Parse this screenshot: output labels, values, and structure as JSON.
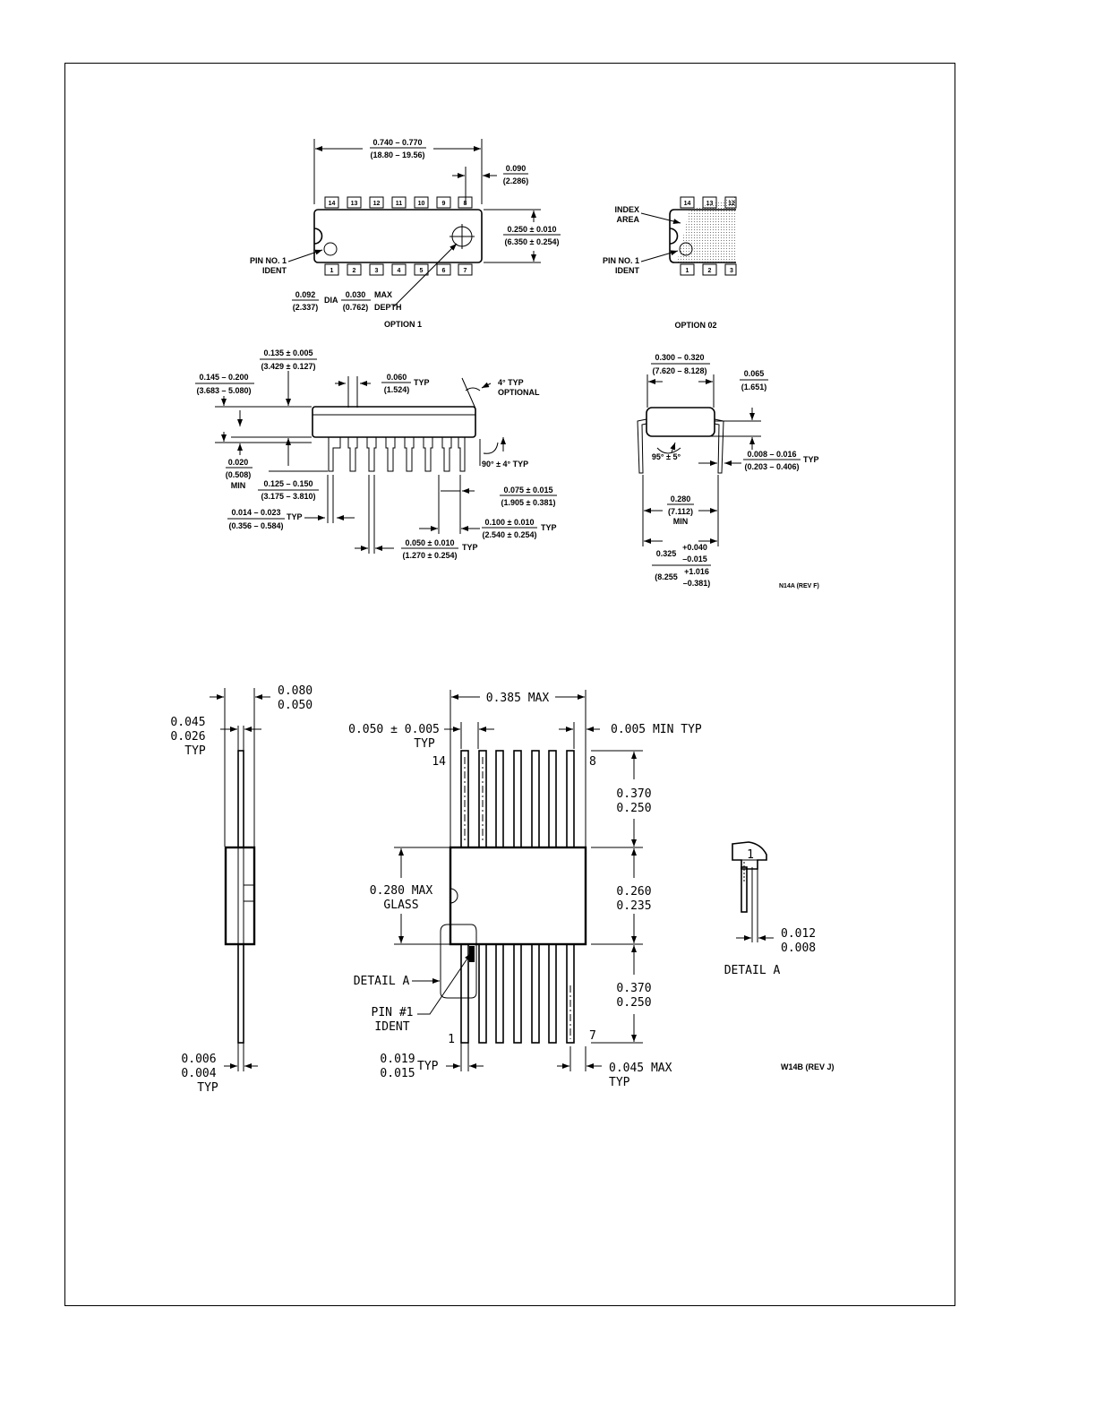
{
  "n14a": {
    "top_length": [
      "0.740 – 0.770",
      "(18.80 – 19.56)"
    ],
    "end_offset": [
      "0.090",
      "(2.286)"
    ],
    "body_width": [
      "0.250 ± 0.010",
      "(6.350 ± 0.254)"
    ],
    "pin1_ident": [
      "PIN NO. 1",
      "IDENT"
    ],
    "dia": [
      "0.092",
      "(2.337)"
    ],
    "dia_word": "DIA",
    "max_depth": [
      "0.030",
      "(0.762)"
    ],
    "max_depth_words": [
      "MAX",
      "DEPTH"
    ],
    "option1": "OPTION 1",
    "option02": "OPTION 02",
    "index_area": [
      "INDEX",
      "AREA"
    ],
    "opt2_pin1": [
      "PIN NO. 1",
      "IDENT"
    ],
    "top_pins": [
      "14",
      "13",
      "12",
      "11",
      "10",
      "9",
      "8"
    ],
    "bottom_pins": [
      "1",
      "2",
      "3",
      "4",
      "5",
      "6",
      "7"
    ],
    "opt2_top_pins": [
      "14",
      "13",
      "12"
    ],
    "opt2_bottom_pins": [
      "1",
      "2",
      "3"
    ],
    "side_a": [
      "0.135 ± 0.005",
      "(3.429 ± 0.127)"
    ],
    "side_b": [
      "0.145 – 0.200",
      "(3.683 – 5.080)"
    ],
    "pitch": [
      "0.060",
      "(1.524)"
    ],
    "typ": "TYP",
    "angle4": [
      "4° TYP",
      "OPTIONAL"
    ],
    "min_020": [
      "0.020",
      "(0.508)",
      "MIN"
    ],
    "lead_len": [
      "0.125 – 0.150",
      "(3.175 – 3.810)"
    ],
    "angle90": "90° ± 4° TYP",
    "lead_w": [
      "0.014 – 0.023",
      "(0.356 – 0.584)"
    ],
    "lead_w_typ": "TYP",
    "d075": [
      "0.075 ± 0.015",
      "(1.905 ± 0.381)"
    ],
    "d100": [
      "0.100 ± 0.010",
      "(2.540 ± 0.254)"
    ],
    "d100_typ": "TYP",
    "d050": [
      "0.050 ± 0.010",
      "(1.270 ± 0.254)"
    ],
    "d050_typ": "TYP",
    "end_w": [
      "0.300 – 0.320",
      "(7.620 – 8.128)"
    ],
    "d065": [
      "0.065",
      "(1.651)"
    ],
    "angle95": "95° ± 5°",
    "d008": [
      "0.008 – 0.016",
      "(0.203 – 0.406)"
    ],
    "d008_typ": "TYP",
    "d280": [
      "0.280",
      "(7.112)",
      "MIN"
    ],
    "d325": [
      "0.325",
      "+0.040",
      "–0.015"
    ],
    "d8255": [
      "(8.255",
      "+1.016",
      "–0.381)"
    ],
    "rev": "N14A (REV F)"
  },
  "w14b": {
    "side_top": [
      "0.080",
      "0.050"
    ],
    "side_left": [
      "0.045",
      "0.026",
      "TYP"
    ],
    "side_bottom": [
      "0.006",
      "0.004",
      "TYP"
    ],
    "max385": "0.385 MAX",
    "pitch": [
      "0.050 ± 0.005",
      "TYP"
    ],
    "min005": "0.005 MIN TYP",
    "pin14": "14",
    "pin8": "8",
    "pin1": "1",
    "pin7": "7",
    "d370a": [
      "0.370",
      "0.250"
    ],
    "d260": [
      "0.260",
      "0.235"
    ],
    "d370b": [
      "0.370",
      "0.250"
    ],
    "glass": [
      "0.280 MAX",
      "GLASS"
    ],
    "detail_a": "DETAIL A",
    "pin1_ident": [
      "PIN #1",
      "IDENT"
    ],
    "d019": [
      "0.019",
      "0.015"
    ],
    "d019_typ": "TYP",
    "d045": [
      "0.045 MAX",
      "TYP"
    ],
    "d012": [
      "0.012",
      "0.008"
    ],
    "detail_label": "DETAIL A",
    "detail_num": "1",
    "rev": "W14B (REV J)"
  }
}
